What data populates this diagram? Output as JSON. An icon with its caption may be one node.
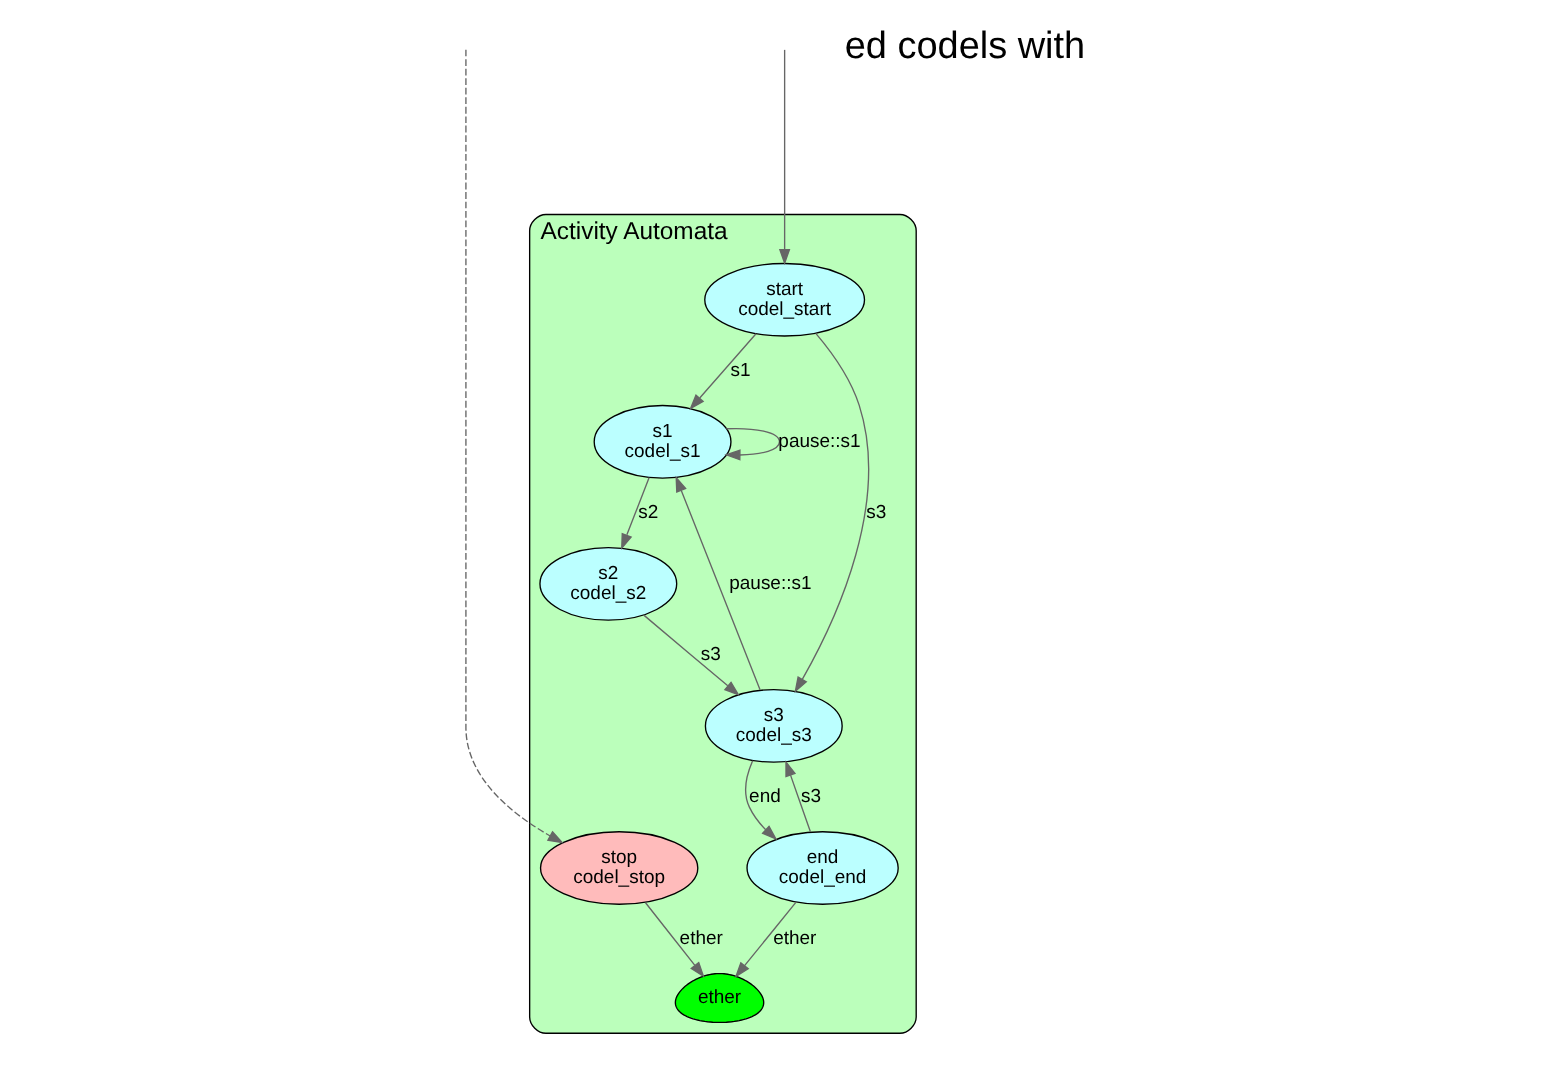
{
  "diagram": {
    "nodes": [
      {
        "text": [
          "Activity Automata"
        ]
      },
      {
        "text": [
          "start",
          "codel_start"
        ],
        "in": 0
      },
      {
        "text": [
          "stop",
          "codel_stop"
        ],
        "in": 0
      },
      {
        "text": [
          "ether"
        ],
        "in": 0
      },
      {
        "text": [
          "s1",
          "codel_s1"
        ],
        "in": 0
      },
      {
        "text": [
          "s3",
          "codel_s3"
        ],
        "in": 0
      },
      {
        "text": [
          "s2",
          "codel_s2"
        ],
        "in": 0
      },
      {
        "text": [
          "end",
          "codel_end"
        ],
        "in": 0
      }
    ],
    "edges": [
      {
        "from": null,
        "to": 1,
        "arrow": "to"
      },
      {
        "from": null,
        "to": 2,
        "arrow": "to",
        "style": "dashed"
      },
      {
        "from": 1,
        "to": 4,
        "arrow": "to",
        "label": "s1"
      },
      {
        "from": 1,
        "to": 5,
        "arrow": "to",
        "label": "s3"
      },
      {
        "from": 5,
        "to": 4,
        "arrow": "to",
        "label": "pause::s1"
      },
      {
        "from": 4,
        "to": 4,
        "arrow": "to",
        "label": "pause::s1"
      },
      {
        "from": 4,
        "to": 6,
        "arrow": "to",
        "label": "s2"
      },
      {
        "from": 6,
        "to": 5,
        "arrow": "to",
        "label": "s3"
      },
      {
        "from": 5,
        "to": 7,
        "arrow": "to",
        "label": "end"
      },
      {
        "from": 7,
        "to": 5,
        "arrow": "to",
        "label": "s3"
      },
      {
        "from": 7,
        "to": 3,
        "arrow": "to",
        "label": "ether"
      },
      {
        "from": 2,
        "to": 3,
        "arrow": "to",
        "label": "ether"
      }
    ],
    "labels": [
      "ed codels with"
    ]
  }
}
